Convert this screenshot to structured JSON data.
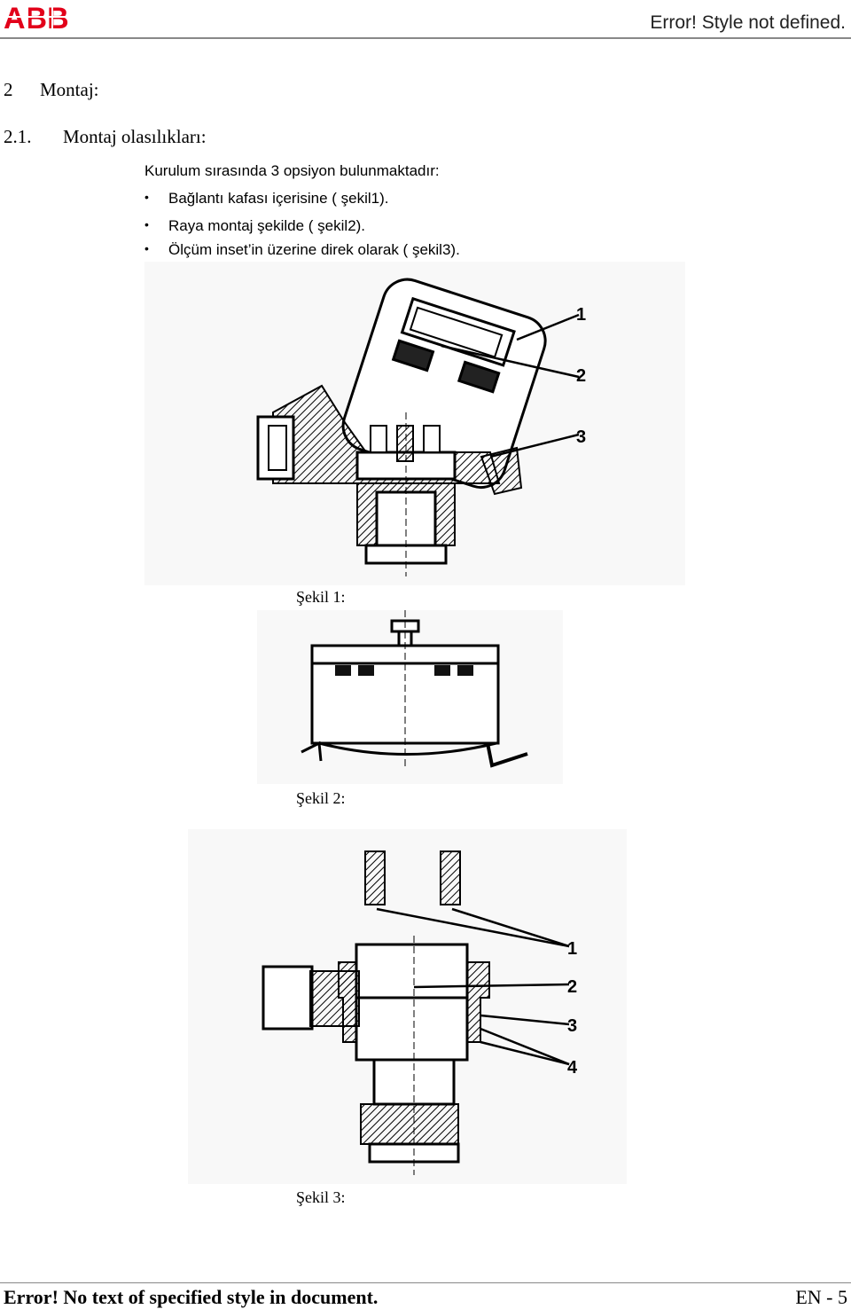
{
  "header": {
    "logo": "ABB",
    "right_text": "Error! Style not defined."
  },
  "section": {
    "number": "2",
    "title": "Montaj:"
  },
  "subsection": {
    "number": "2.1.",
    "title": "Montaj olasılıkları:"
  },
  "intro": "Kurulum sırasında 3 opsiyon bulunmaktadır:",
  "bullets": [
    "Bağlantı kafası içerisine ( şekil1).",
    "Raya montaj şekilde ( şekil2).",
    "Ölçüm inset’in üzerine direk olarak ( şekil3)."
  ],
  "figures": [
    {
      "caption": "Şekil 1:",
      "callouts": [
        "1",
        "2",
        "3"
      ]
    },
    {
      "caption": "Şekil 2:"
    },
    {
      "caption": "Şekil 3:",
      "callouts": [
        "1",
        "2",
        "3",
        "4"
      ]
    }
  ],
  "footer": {
    "left": "Error! No text of specified style in document.",
    "right": "EN - 5"
  },
  "colors": {
    "logo_red": "#e2001a"
  }
}
